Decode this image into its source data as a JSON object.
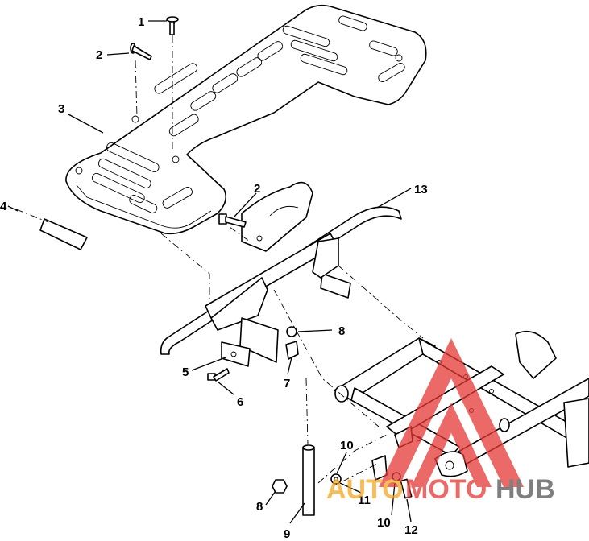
{
  "callouts": [
    {
      "label": "1"
    },
    {
      "label": "2"
    },
    {
      "label": "3"
    },
    {
      "label": "4"
    },
    {
      "label": "2"
    },
    {
      "label": "13"
    },
    {
      "label": "8"
    },
    {
      "label": "5"
    },
    {
      "label": "7"
    },
    {
      "label": "6"
    },
    {
      "label": "10"
    },
    {
      "label": "8"
    },
    {
      "label": "11"
    },
    {
      "label": "9"
    },
    {
      "label": "10"
    },
    {
      "label": "12"
    }
  ],
  "watermark": {
    "part1": "AUTO",
    "part2": "MOTO",
    "part3": "HUB",
    "colors": {
      "red": "#e53935",
      "orange": "#f5a623",
      "gray": "#555555"
    }
  }
}
